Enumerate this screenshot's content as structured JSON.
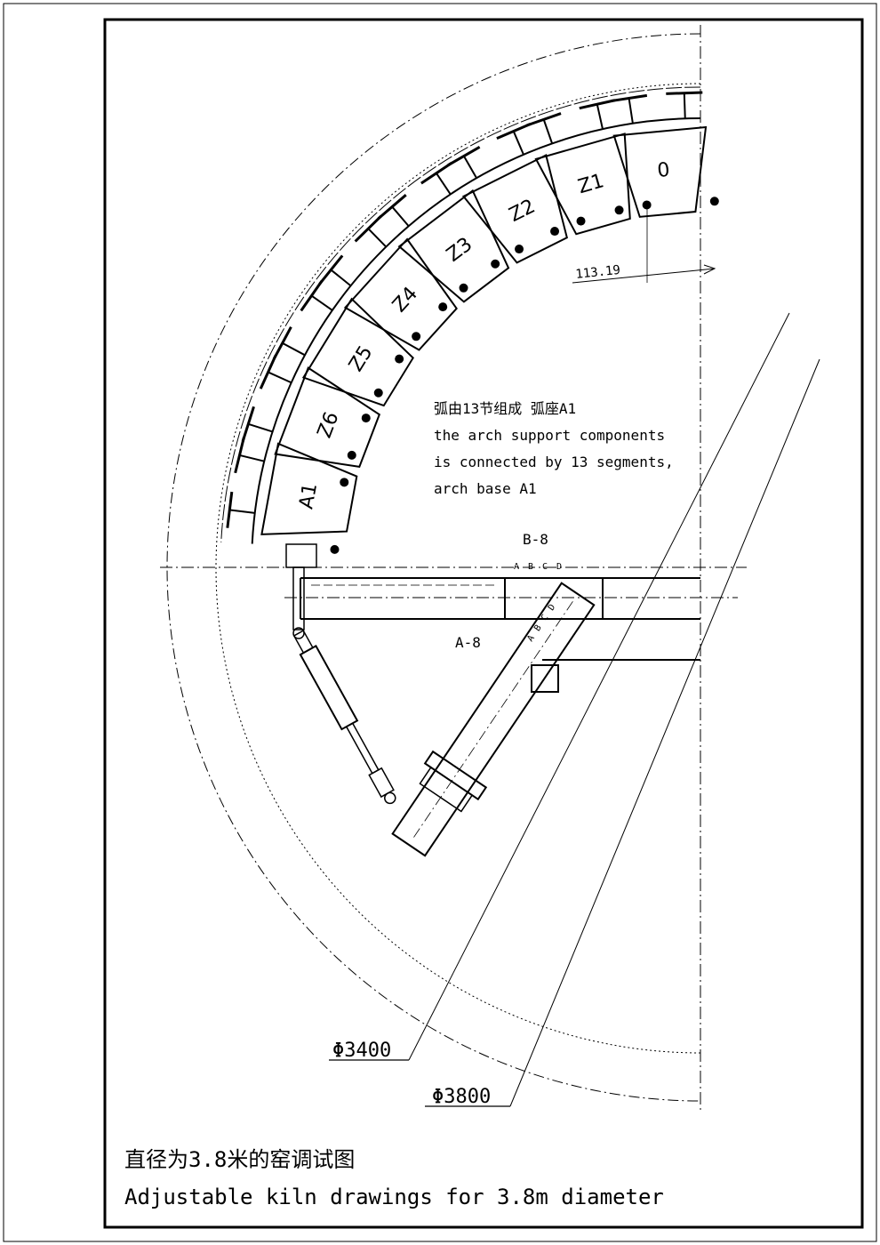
{
  "segments": [
    "0",
    "Z1",
    "Z2",
    "Z3",
    "Z4",
    "Z5",
    "Z6",
    "A1"
  ],
  "dimension_113": "113.19",
  "note": {
    "zh": "弧由13节组成 弧座A1",
    "en1": "the arch support components",
    "en2": "is connected by 13 segments,",
    "en3": "arch base A1"
  },
  "section_b": "B-8",
  "section_a": "A-8",
  "letters_top": [
    "A",
    "B",
    "C",
    "D"
  ],
  "letters_rot": [
    "A",
    "B",
    "C",
    "D"
  ],
  "diameter_inner": "Φ3400",
  "diameter_outer": "Φ3800",
  "title_zh": "直径为3.8米的窑调试图",
  "title_en": "Adjustable kiln drawings for 3.8m diameter"
}
